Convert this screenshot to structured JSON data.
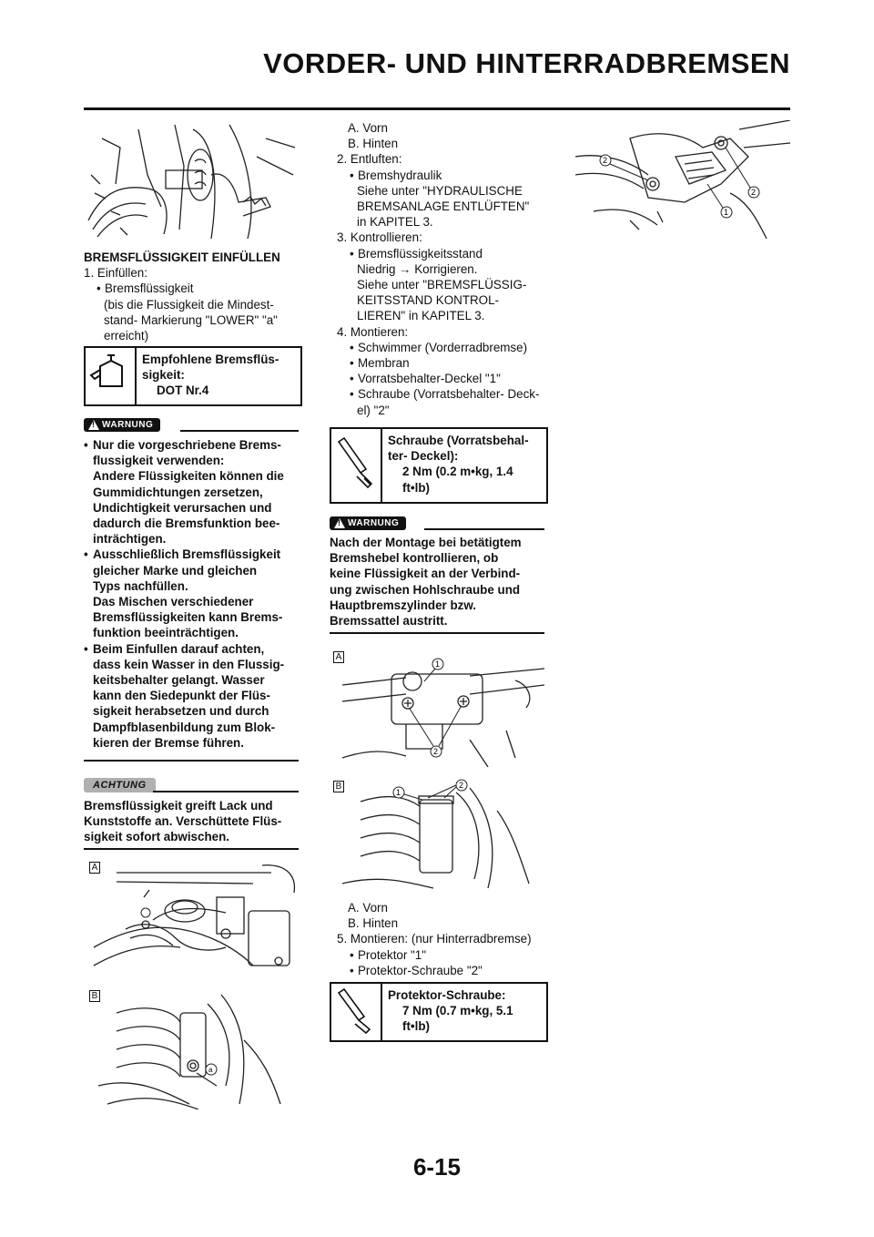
{
  "header": {
    "title": "VORDER- UND HINTERRADBREMSEN"
  },
  "left": {
    "section_title": "BREMSFLÜSSIGKEIT EINFÜLLEN",
    "step1": "1. Einfüllen:",
    "step1_bullet": "Bremsflüssigkeit",
    "step1_notes": [
      "(bis die Flussigkeit die Mindest-",
      "stand- Markierung \"LOWER\" \"a\"",
      "erreicht)"
    ],
    "fluid_box": [
      "Empfohlene Bremsflüs-",
      "sigkeit:",
      "DOT Nr.4"
    ],
    "warnung_label": "WARNUNG",
    "warnung_lines": [
      {
        "t": "Nur die vorgeschriebene Brems-",
        "b": true
      },
      {
        "t": "flussigkeit verwenden:",
        "b": false
      },
      {
        "t": "Andere Flüssigkeiten können die",
        "b": false
      },
      {
        "t": "Gummidichtungen zersetzen,",
        "b": false
      },
      {
        "t": "Undichtigkeit verursachen und",
        "b": false
      },
      {
        "t": "dadurch die Bremsfunktion bee-",
        "b": false
      },
      {
        "t": "inträchtigen.",
        "b": false
      },
      {
        "t": "Ausschließlich Bremsflüssigkeit",
        "b": true
      },
      {
        "t": "gleicher Marke und gleichen",
        "b": false
      },
      {
        "t": "Typs nachfüllen.",
        "b": false
      },
      {
        "t": "Das Mischen verschiedener",
        "b": false
      },
      {
        "t": "Bremsflüssigkeiten kann Brems-",
        "b": false
      },
      {
        "t": "funktion beeinträchtigen.",
        "b": false
      },
      {
        "t": "Beim Einfullen darauf achten,",
        "b": true
      },
      {
        "t": "dass kein Wasser in den Flussig-",
        "b": false
      },
      {
        "t": "keitsbehalter gelangt. Wasser",
        "b": false
      },
      {
        "t": "kann den Siedepunkt der Flüs-",
        "b": false
      },
      {
        "t": "sigkeit herabsetzen und durch",
        "b": false
      },
      {
        "t": "Dampfblasenbildung zum Blok-",
        "b": false
      },
      {
        "t": "kieren der Bremse führen.",
        "b": false
      }
    ],
    "achtung_label": "ACHTUNG",
    "achtung_lines": [
      "Bremsflüssigkeit greift Lack und",
      "Kunststoffe an. Verschüttete Flüs-",
      "sigkeit sofort abwischen."
    ],
    "fig_labels": {
      "a": "A",
      "b": "B",
      "mark": "a"
    }
  },
  "middle": {
    "ab_legend": [
      "A.  Vorn",
      "B.  Hinten"
    ],
    "step2": "2. Entluften:",
    "step2_bullet": "Bremshydraulik",
    "step2_notes": [
      "Siehe unter \"HYDRAULISCHE",
      "BREMSANLAGE ENTLÜFTEN\"",
      "in KAPITEL 3."
    ],
    "step3": "3. Kontrollieren:",
    "step3_bullet": "Bremsflüssigkeitsstand",
    "step3_note1": "Niedrig → Korrigieren.",
    "step3_notes": [
      "Siehe unter \"BREMSFLÜSSIG-",
      "KEITSSTAND KONTROL-",
      "LIEREN\" in KAPITEL 3."
    ],
    "step4": "4. Montieren:",
    "step4_bullets": [
      "Schwimmer (Vorderradbremse)",
      "Membran",
      "Vorratsbehalter-Deckel \"1\"",
      "Schraube (Vorratsbehalter- Deck-"
    ],
    "step4_cont": "el) \"2\"",
    "screw_box": [
      "Schraube (Vorratsbehal-",
      "ter- Deckel):",
      "2 Nm (0.2 m•kg, 1.4",
      "ft•lb)"
    ],
    "warnung_label": "WARNUNG",
    "warnung_lines": [
      "Nach der Montage bei betätigtem",
      "Bremshebel kontrollieren, ob",
      "keine Flüssigkeit an der Verbind-",
      "ung zwischen Hohlschraube und",
      "Hauptbremszylinder bzw.",
      "Bremssattel austritt."
    ],
    "fig_labels": {
      "a": "A",
      "b": "B",
      "n1": "1",
      "n2": "2"
    },
    "ab_legend2": [
      "A.  Vorn",
      "B.  Hinten"
    ],
    "step5": "5. Montieren: (nur Hinterradbremse)",
    "step5_bullets": [
      "Protektor \"1\"",
      "Protektor-Schraube \"2\""
    ],
    "prot_box": [
      "Protektor-Schraube:",
      "7 Nm (0.7 m•kg, 5.1",
      "ft•lb)"
    ]
  },
  "right": {
    "fig_labels": {
      "n1": "1",
      "n2": "2"
    }
  },
  "footer": {
    "page_number": "6-15"
  }
}
